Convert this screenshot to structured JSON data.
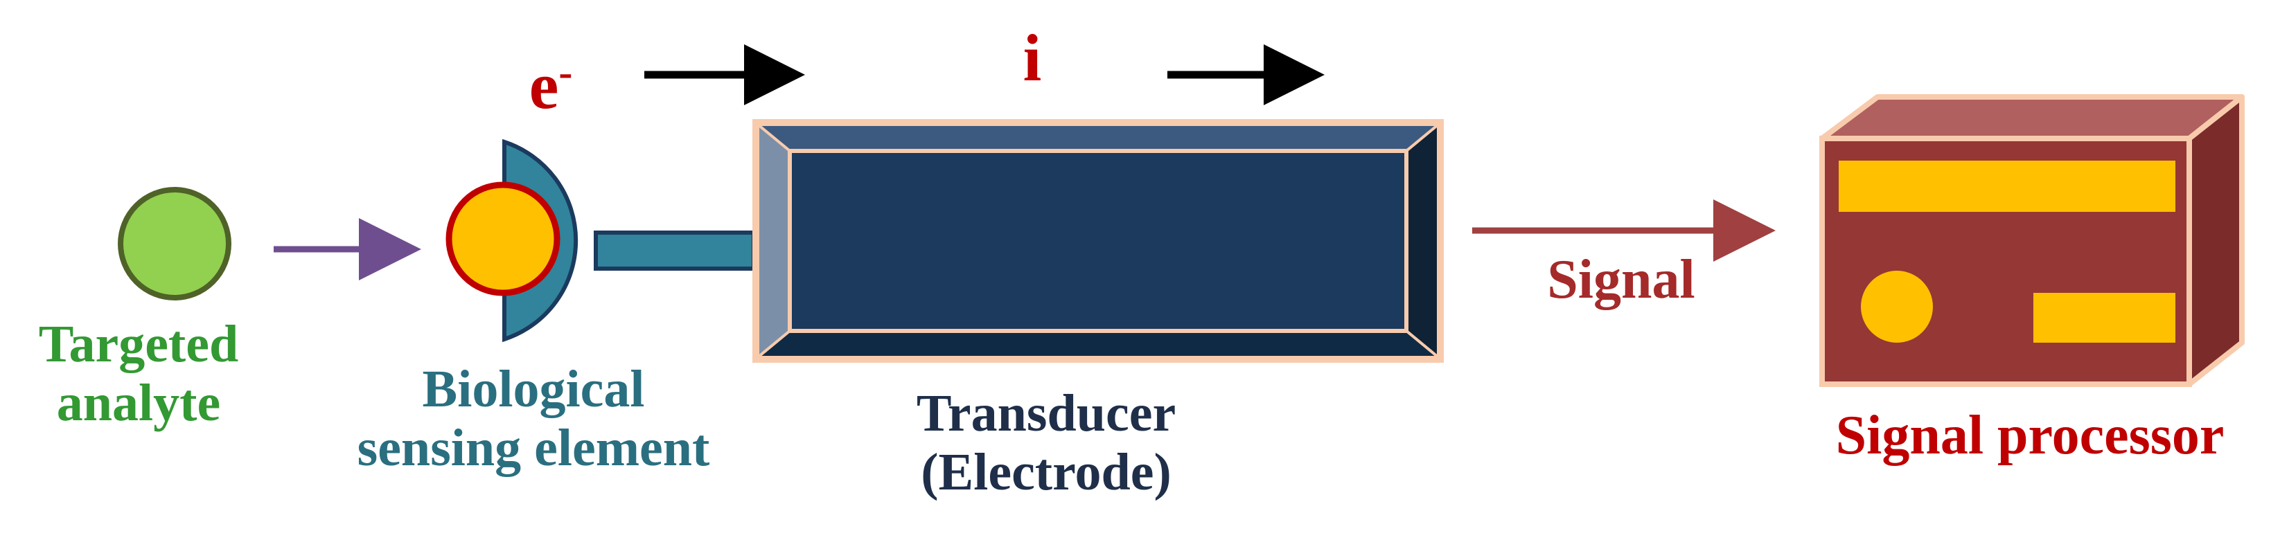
{
  "labels": {
    "targeted_analyte": [
      "Targeted",
      "analyte"
    ],
    "biological_sensing_element": [
      "Biological",
      "sensing element"
    ],
    "transducer": [
      "Transducer",
      "(Electrode)"
    ],
    "signal": "Signal",
    "signal_processor": "Signal processor",
    "electron": "e",
    "electron_charge": "-",
    "current": "i"
  },
  "colors": {
    "analyte_fill": "#92d050",
    "analyte_stroke": "#4f6228",
    "analyte_text": "#339933",
    "bio_element_fill": "#31849b",
    "bio_text": "#2a6f80",
    "bound_analyte_fill": "#ffc000",
    "bound_analyte_stroke": "#c00000",
    "transducer_fill": "#1b3a5e",
    "transducer_frame": "#f8cbad",
    "transducer_text": "#1f2f4a",
    "processor_fill": "#953735",
    "processor_top": "#b0605e",
    "processor_side": "#7a2b2a",
    "processor_features": "#ffc000",
    "signal_text": "#a52a2a",
    "red_text": "#c00000",
    "arrow_purple": "#6f4e8f",
    "arrow_signal": "#a04040",
    "arrow_black": "#000000"
  }
}
